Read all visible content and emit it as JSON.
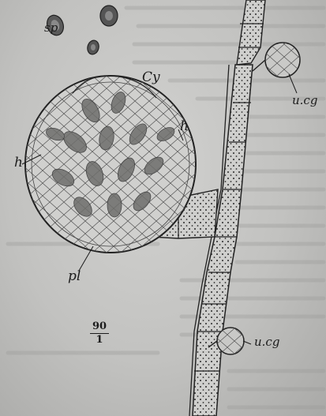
{
  "figure": {
    "labels": {
      "sp": "sp",
      "cy": "Cy",
      "h_upper": "h",
      "h_left": "h",
      "ucg_upper": "u.cg",
      "ucg_lower": "u.cg",
      "pl": "pl"
    },
    "scale": {
      "numerator": "90",
      "denominator": "1"
    }
  }
}
